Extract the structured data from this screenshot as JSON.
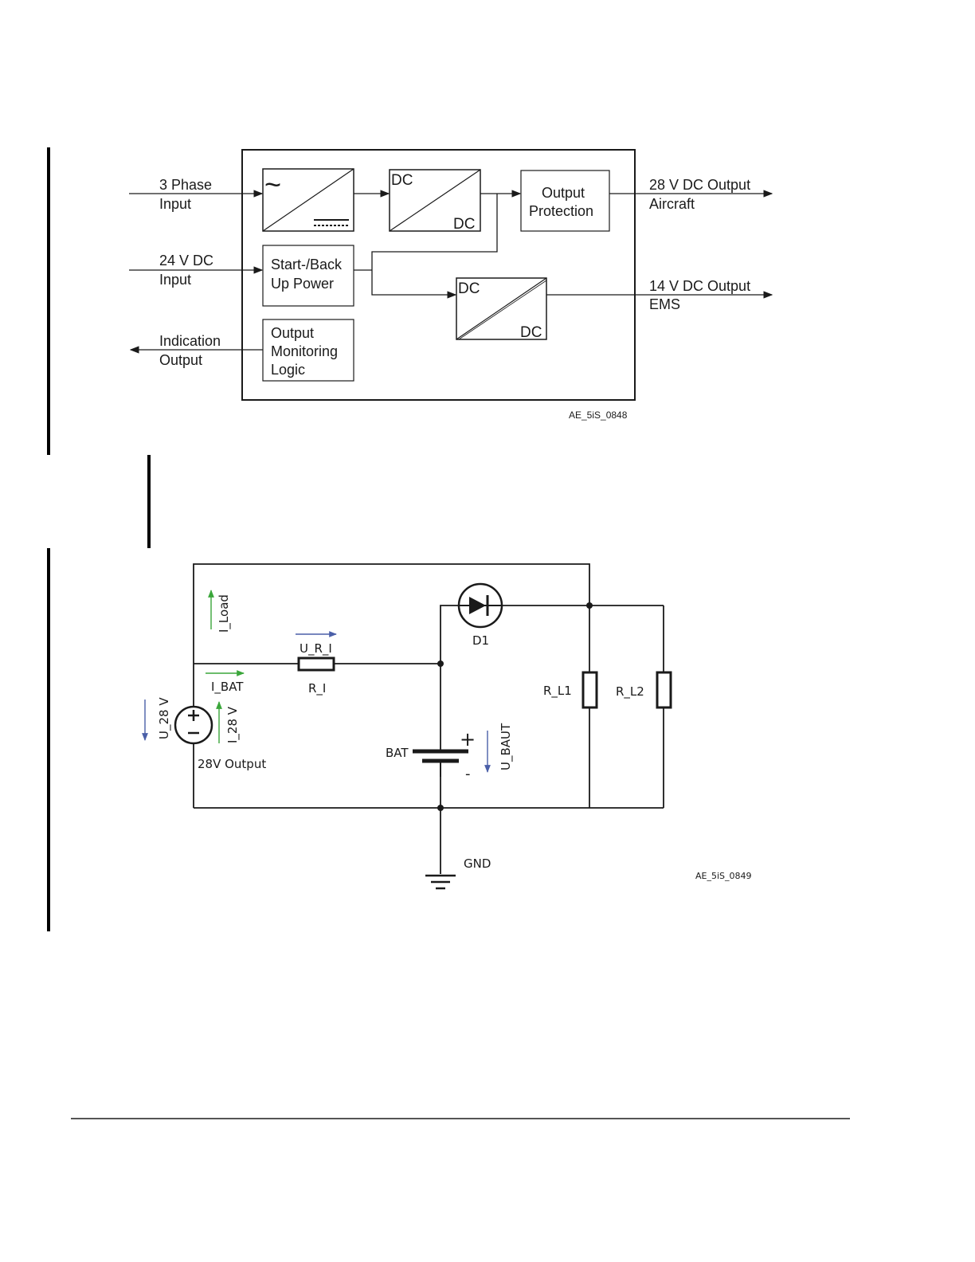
{
  "diagram1": {
    "figure_id": "AE_5iS_0848",
    "inputs": {
      "three_phase": [
        "3 Phase",
        "Input"
      ],
      "dc24": [
        "24 V DC",
        "Input"
      ],
      "indication": [
        "Indication",
        "Output"
      ]
    },
    "blocks": {
      "rectifier_symbol": "~",
      "dcdc1_top": "DC",
      "dcdc1_bottom": "DC",
      "output_protection": [
        "Output",
        "Protection"
      ],
      "startup": [
        "Start-/Back",
        "Up Power"
      ],
      "monitoring": [
        "Output",
        "Monitoring",
        "Logic"
      ],
      "dcdc2_top": "DC",
      "dcdc2_bottom": "DC"
    },
    "outputs": {
      "out28": [
        "28 V DC Output",
        "Aircraft"
      ],
      "out14": [
        "14 V DC Output",
        "EMS"
      ]
    }
  },
  "diagram2": {
    "figure_id": "AE_5iS_0849",
    "labels": {
      "i_load": "I_Load",
      "u_r_i": "U_R_I",
      "r_i": "R_I",
      "i_bat": "I_BAT",
      "u_28v": "U_28 V",
      "i_28v": "I_28 V",
      "source": "28V Output",
      "bat": "BAT",
      "plus": "+",
      "minus": "-",
      "u_baut": "U_BAUT",
      "d1": "D1",
      "r_l1": "R_L1",
      "r_l2": "R_L2",
      "gnd": "GND"
    },
    "colors": {
      "current_arrow": "#3aa63a",
      "voltage_arrow": "#4a5fa8"
    }
  }
}
